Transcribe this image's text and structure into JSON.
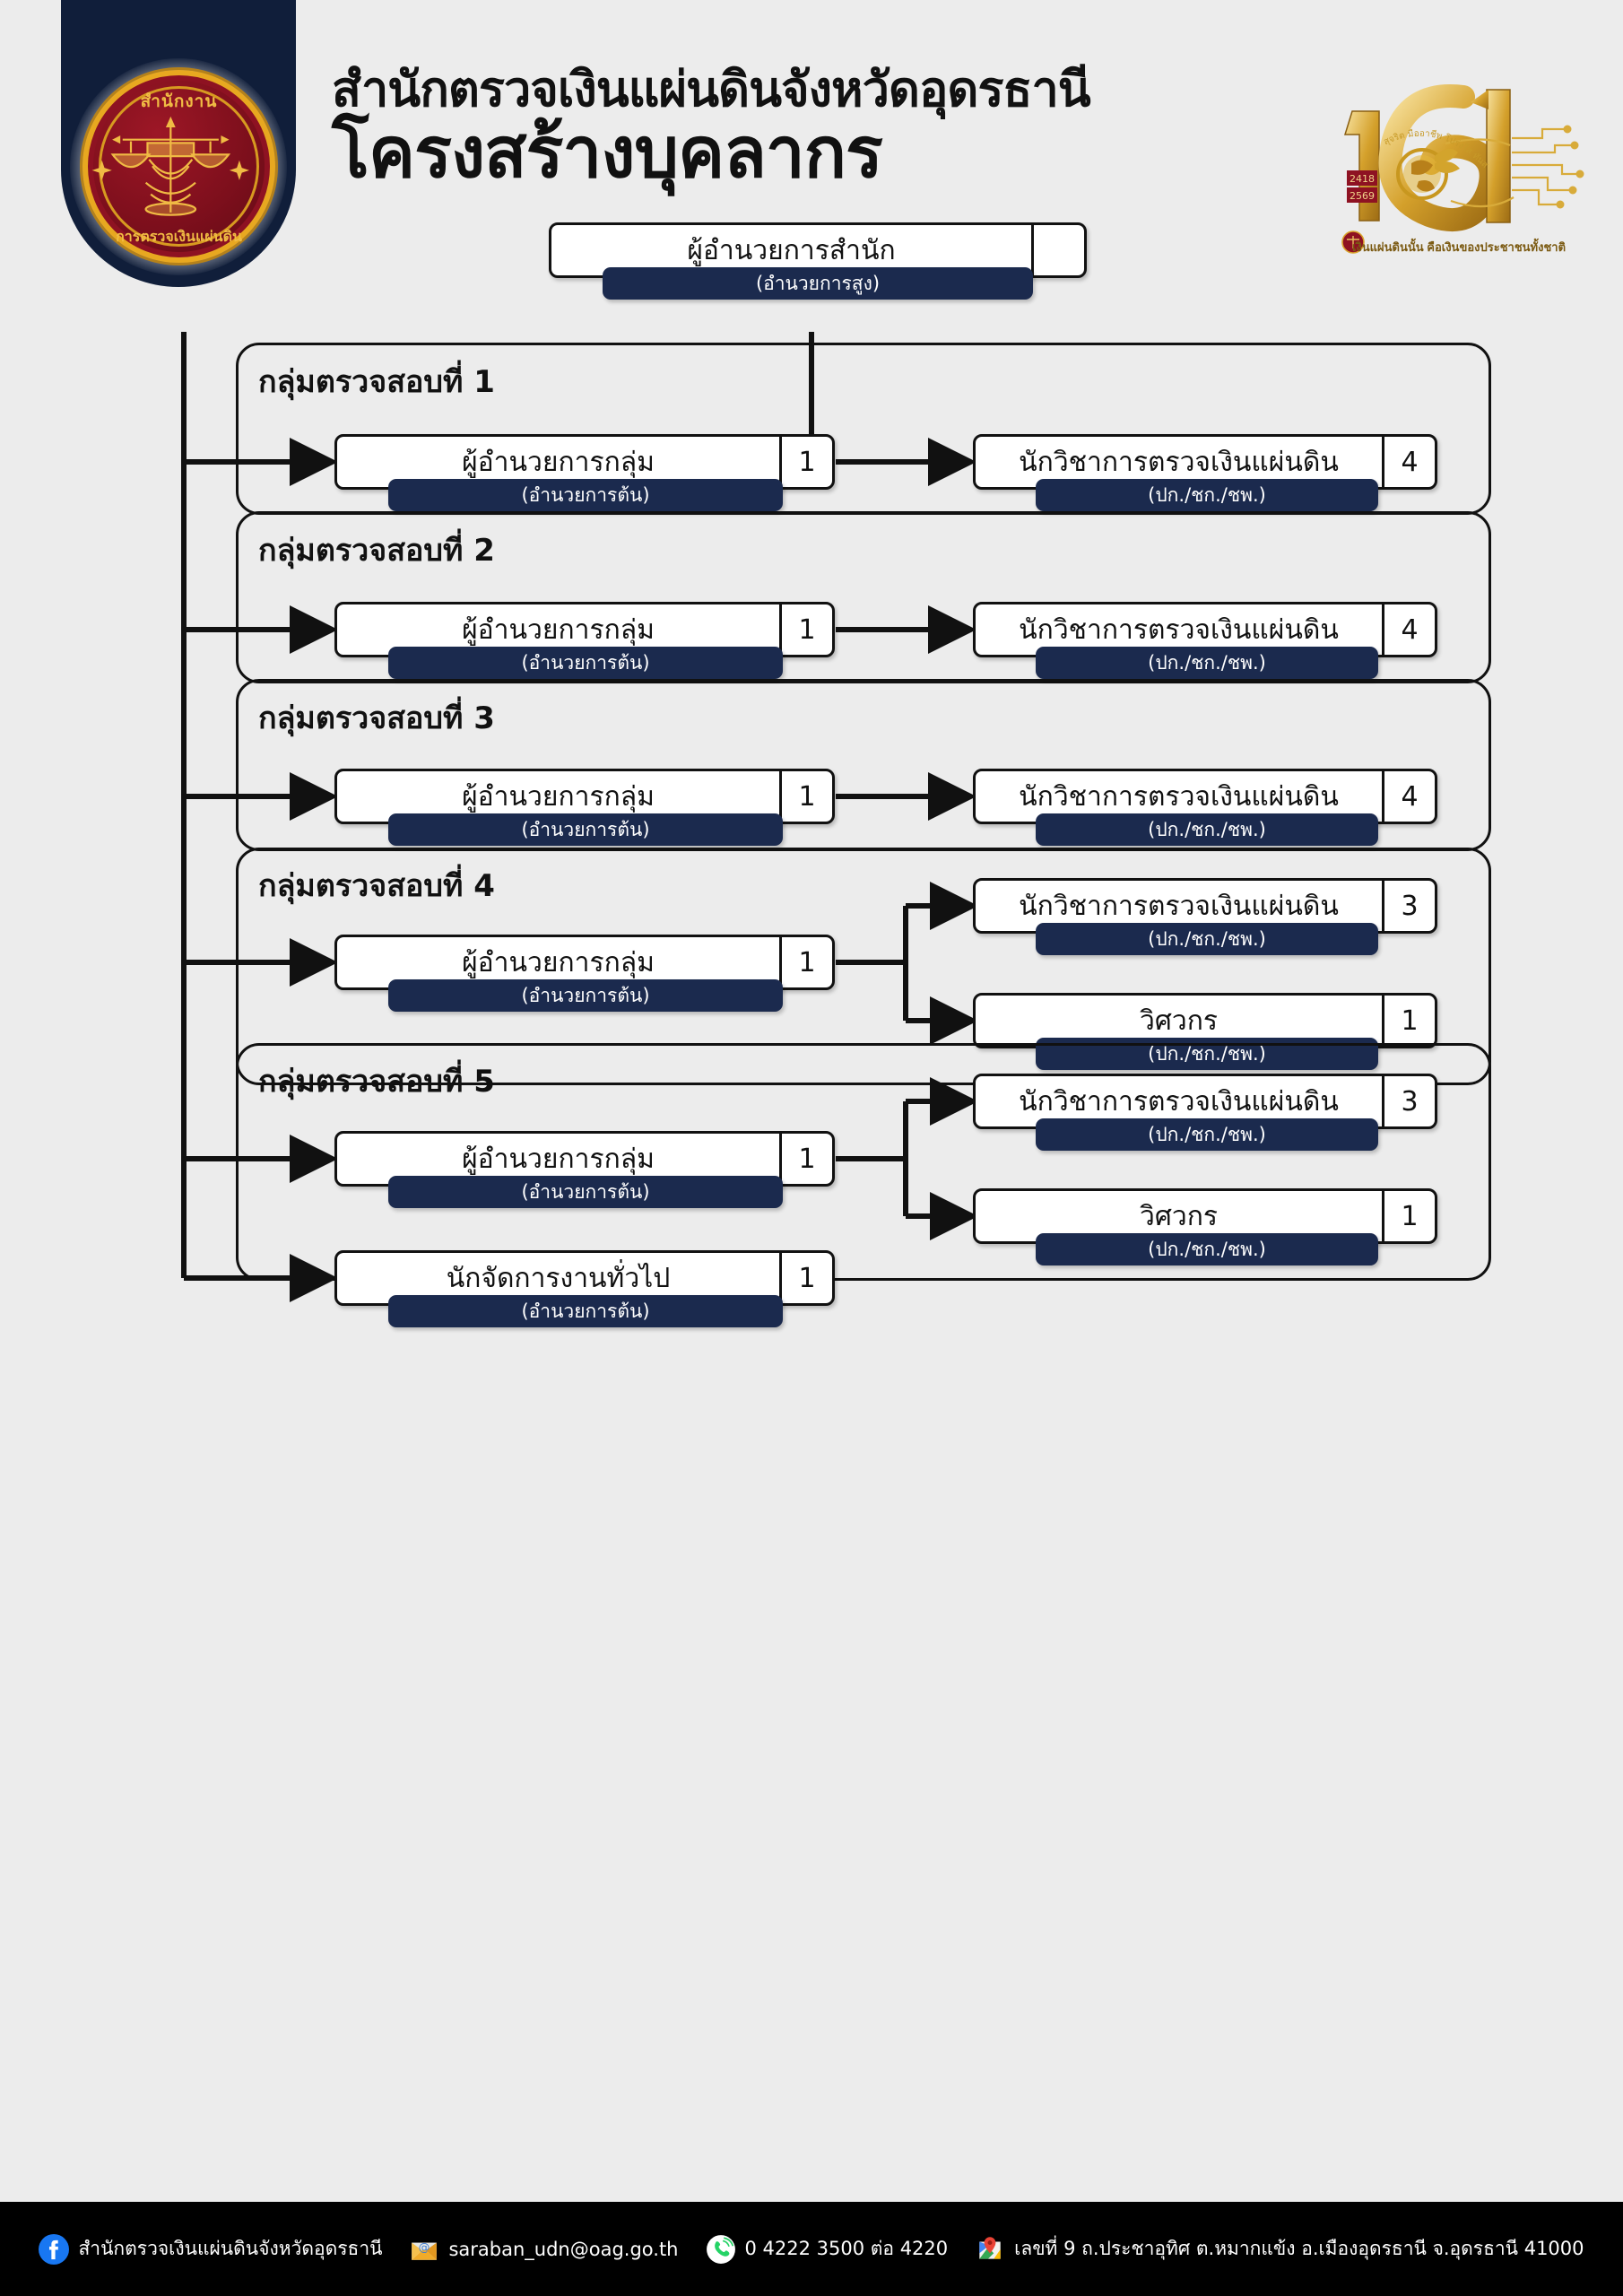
{
  "header": {
    "org_title": "สำนักตรวจเงินแผ่นดินจังหวัดอุดรธานี",
    "page_title": "โครงสร้างบุคลากร",
    "seal_top_text": "สำนักงาน",
    "seal_bottom_text": "การตรวจเงินแผ่นดิน",
    "anniversary_number": "151",
    "anniversary_years_from": "2418",
    "anniversary_years_to": "2569",
    "anniversary_tagline": "เงินแผ่นดินนั้น คือเงินของประชาชนทั้งชาติ",
    "anniversary_motto": "สุจริต มืออาชีพ โปร่งใส ทันสมัย"
  },
  "colors": {
    "navy": "#1b2a4e",
    "header_navy": "#101e3a",
    "seal_red": "#8e1222",
    "seal_gold": "#e8a820",
    "background": "#ececec",
    "footer_bg": "#000000",
    "line": "#111111"
  },
  "chart_data": {
    "type": "org-chart",
    "title": "โครงสร้างบุคลากร",
    "root": {
      "label": "ผู้อำนวยการสำนัก",
      "sub": "(อำนวยการสูง)",
      "count": ""
    },
    "groups": [
      {
        "title": "กลุ่มตรวจสอบที่ 1",
        "head": {
          "label": "ผู้อำนวยการกลุ่ม",
          "sub": "(อำนวยการต้น)",
          "count": "1"
        },
        "members": [
          {
            "label": "นักวิชาการตรวจเงินแผ่นดิน",
            "sub": "(ปก./ชก./ชพ.)",
            "count": "4"
          }
        ]
      },
      {
        "title": "กลุ่มตรวจสอบที่ 2",
        "head": {
          "label": "ผู้อำนวยการกลุ่ม",
          "sub": "(อำนวยการต้น)",
          "count": "1"
        },
        "members": [
          {
            "label": "นักวิชาการตรวจเงินแผ่นดิน",
            "sub": "(ปก./ชก./ชพ.)",
            "count": "4"
          }
        ]
      },
      {
        "title": "กลุ่มตรวจสอบที่ 3",
        "head": {
          "label": "ผู้อำนวยการกลุ่ม",
          "sub": "(อำนวยการต้น)",
          "count": "1"
        },
        "members": [
          {
            "label": "นักวิชาการตรวจเงินแผ่นดิน",
            "sub": "(ปก./ชก./ชพ.)",
            "count": "4"
          }
        ]
      },
      {
        "title": "กลุ่มตรวจสอบที่ 4",
        "head": {
          "label": "ผู้อำนวยการกลุ่ม",
          "sub": "(อำนวยการต้น)",
          "count": "1"
        },
        "members": [
          {
            "label": "นักวิชาการตรวจเงินแผ่นดิน",
            "sub": "(ปก./ชก./ชพ.)",
            "count": "3"
          },
          {
            "label": "วิศวกร",
            "sub": "(ปก./ชก./ชพ.)",
            "count": "1"
          }
        ]
      },
      {
        "title": "กลุ่มตรวจสอบที่ 5",
        "head": {
          "label": "ผู้อำนวยการกลุ่ม",
          "sub": "(อำนวยการต้น)",
          "count": "1"
        },
        "members": [
          {
            "label": "นักวิชาการตรวจเงินแผ่นดิน",
            "sub": "(ปก./ชก./ชพ.)",
            "count": "3"
          },
          {
            "label": "วิศวกร",
            "sub": "(ปก./ชก./ชพ.)",
            "count": "1"
          }
        ]
      }
    ],
    "standalone": {
      "label": "นักจัดการงานทั่วไป",
      "sub": "(อำนวยการต้น)",
      "count": "1"
    }
  },
  "footer": {
    "facebook": "สำนักตรวจเงินแผ่นดินจังหวัดอุดรธานี",
    "email": "saraban_udn@oag.go.th",
    "phone": "0 4222 3500 ต่อ 4220",
    "address": "เลขที่ 9 ถ.ประชาอุทิศ ต.หมากแข้ง อ.เมืองอุดรธานี จ.อุดรธานี 41000"
  }
}
